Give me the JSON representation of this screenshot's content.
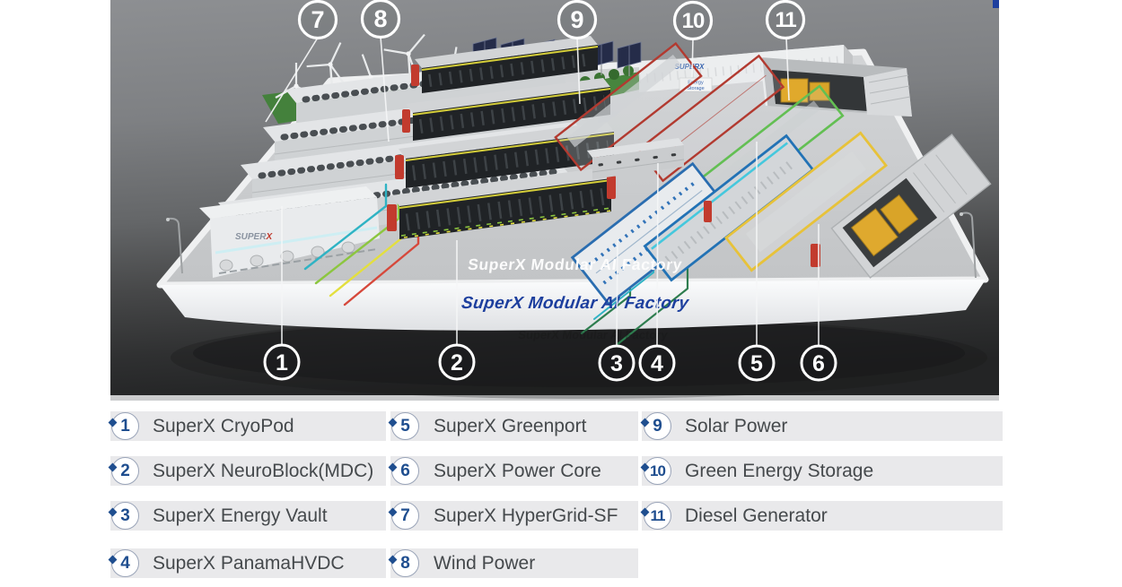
{
  "scene": {
    "title_floor": "SuperX Modular AI Factory",
    "title_front": "SuperX Modular AI Factory",
    "cryopod_logo_prefix": "SUPER",
    "cryopod_logo_x": "X",
    "storage_logo": "SUPERX",
    "storage_sign_line1": "Energy",
    "storage_sign_line2": "Storage",
    "colors": {
      "legend_number": "#1f4e8f",
      "title_blue": "#1d3f9e",
      "bar_bg": "#e9e9eb",
      "frame_red": "#b23a30",
      "frame_blue": "#2a6db0",
      "frame_green": "#63bf53",
      "frame_yellow": "#e7c23a"
    }
  },
  "callouts": {
    "c1": {
      "n": "1"
    },
    "c2": {
      "n": "2"
    },
    "c3": {
      "n": "3"
    },
    "c4": {
      "n": "4"
    },
    "c5": {
      "n": "5"
    },
    "c6": {
      "n": "6"
    },
    "c7": {
      "n": "7"
    },
    "c8": {
      "n": "8"
    },
    "c9": {
      "n": "9"
    },
    "c10": {
      "n": "10"
    },
    "c11": {
      "n": "11"
    }
  },
  "legend": {
    "columns": [
      {
        "items": [
          {
            "num": "1",
            "label": "SuperX CryoPod"
          },
          {
            "num": "2",
            "label": "SuperX NeuroBlock(MDC)"
          },
          {
            "num": "3",
            "label": "SuperX Energy Vault"
          },
          {
            "num": "4",
            "label": "SuperX PanamaHVDC"
          }
        ]
      },
      {
        "items": [
          {
            "num": "5",
            "label": "SuperX Greenport"
          },
          {
            "num": "6",
            "label": "SuperX Power Core"
          },
          {
            "num": "7",
            "label": "SuperX HyperGrid-SF"
          },
          {
            "num": "8",
            "label": "Wind Power"
          }
        ]
      },
      {
        "items": [
          {
            "num": "9",
            "label": "Solar Power"
          },
          {
            "num": "10",
            "label": "Green Energy Storage"
          },
          {
            "num": "11",
            "label": "Diesel Generator"
          }
        ]
      }
    ]
  }
}
